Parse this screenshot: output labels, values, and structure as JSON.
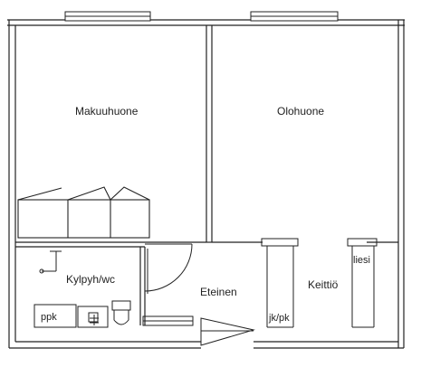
{
  "labels": {
    "bedroom": "Makuuhuone",
    "living_room": "Olohuone",
    "bathroom": "Kylpyh/wc",
    "hallway": "Eteinen",
    "kitchen": "Keittiö",
    "stove": "liesi",
    "fridge_freezer": "jk/pk",
    "wardrobe": "ppk"
  },
  "icons": {
    "shower": "shower-icon",
    "floor_drain": "floor-drain-icon",
    "toilet": "toilet-icon",
    "washbasin": "washbasin-icon",
    "door_swing": "door-swing-icon",
    "entrance": "entrance-arrow-icon"
  }
}
